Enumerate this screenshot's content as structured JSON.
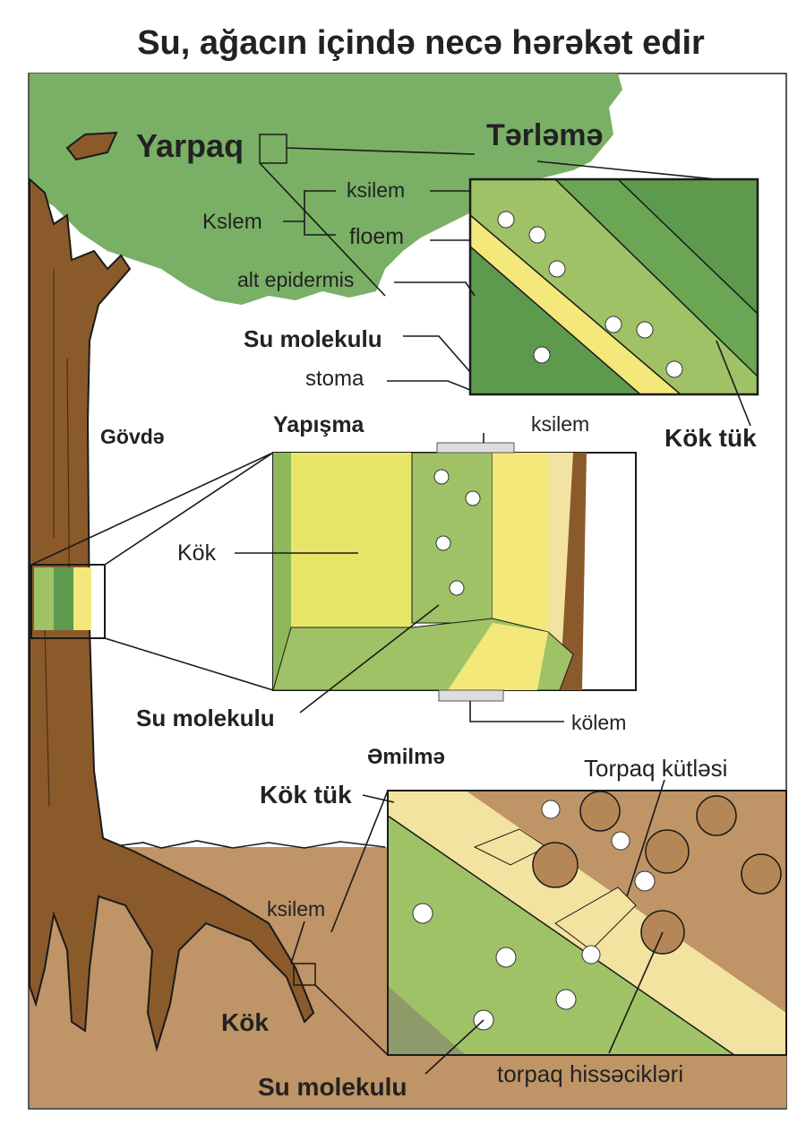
{
  "title": "Su, ağacın içində necə hərəkət edir",
  "labels": {
    "yarpaq": "Yarpaq",
    "terleme": "Tərləmə",
    "kslem": "Kslem",
    "ksilem_leaf": "ksilem",
    "floem": "floem",
    "alt_epidermis": "alt epidermis",
    "su_molekulu_leaf": "Su molekulu",
    "stoma": "stoma",
    "kok_tuk_leaf": "Kök tük",
    "govde": "Gövdə",
    "yapisma": "Yapışma",
    "ksilem_stem": "ksilem",
    "kok_stem": "Kök",
    "su_molekulu_stem": "Su molekulu",
    "kolem": "kölem",
    "emilme": "Əmilmə",
    "torpaq_kutlesi": "Torpaq kütləsi",
    "kok_tuk_root": "Kök tük",
    "ksilem_root": "ksilem",
    "kok_root": "Kök",
    "su_molekulu_root": "Su molekulu",
    "torpaq_hissecikleri": "torpaq hissəcikləri"
  },
  "colors": {
    "canopy": "#7ab065",
    "trunk": "#8b5a2b",
    "soil": "#bf9466",
    "xylem_green": "#9fc266",
    "yellow": "#f4e87a",
    "cream": "#f3e3a0",
    "dark_green": "#5e9a4e"
  }
}
